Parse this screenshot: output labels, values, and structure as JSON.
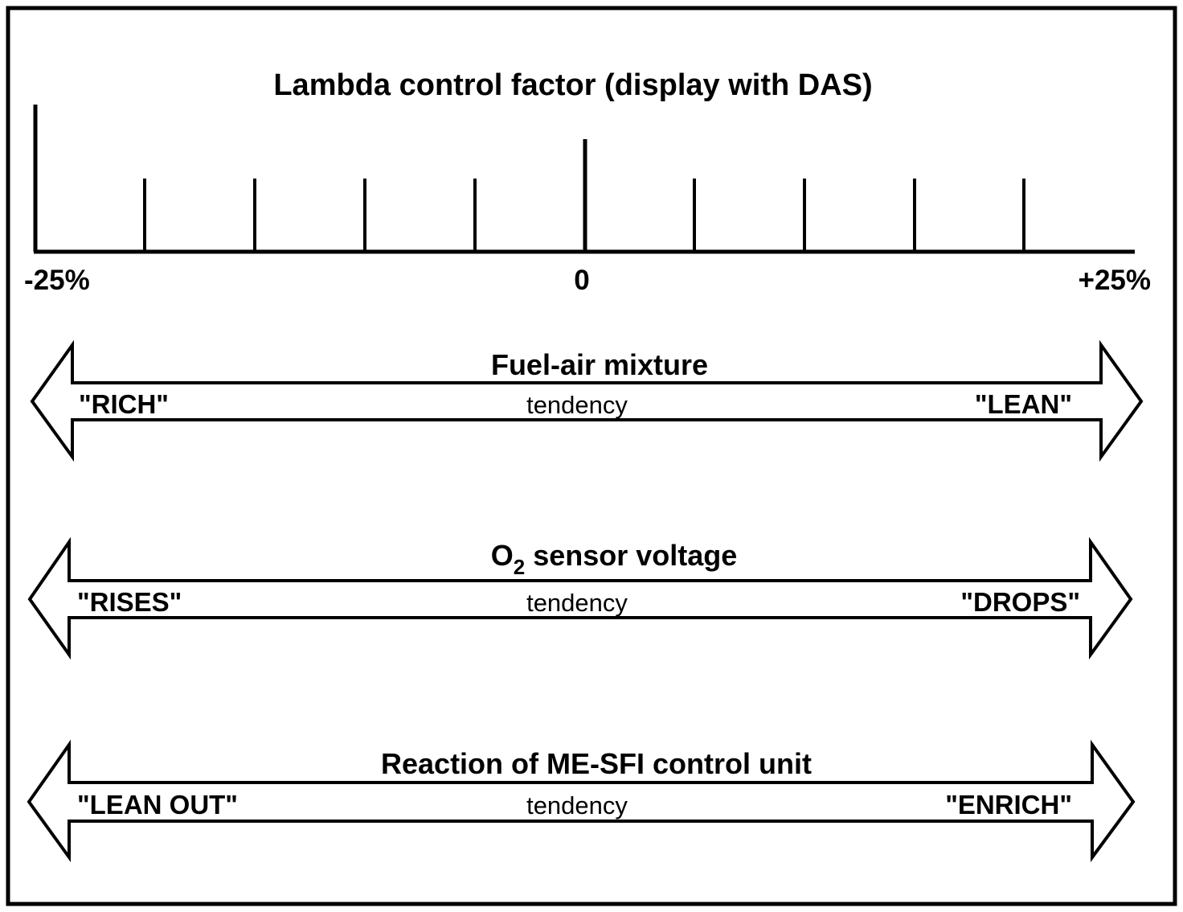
{
  "figure": {
    "title": "Lambda control factor (display with DAS)",
    "background_color": "#ffffff",
    "line_color": "#000000"
  },
  "scale": {
    "left_label": "-25%",
    "center_label": "0",
    "right_label": "+25%",
    "tick_count": 10,
    "major_ticks": [
      "-25%",
      "0"
    ],
    "minor_tick_positions_percent": [
      -20,
      -15,
      -10,
      -5,
      5,
      10,
      15,
      20
    ]
  },
  "bands": [
    {
      "title": "Fuel-air mixture",
      "left_label": "\"RICH\"",
      "center_label": "tendency",
      "right_label": "\"LEAN\""
    },
    {
      "title_prefix": "O",
      "title_subscript": "2",
      "title_suffix": " sensor voltage",
      "title": "O2 sensor voltage",
      "left_label": "\"RISES\"",
      "center_label": "tendency",
      "right_label": "\"DROPS\""
    },
    {
      "title": "Reaction of ME-SFI control unit",
      "left_label": "\"LEAN OUT\"",
      "center_label": "tendency",
      "right_label": "\"ENRICH\""
    }
  ],
  "chart_data": {
    "type": "scale",
    "title": "Lambda control factor (display with DAS)",
    "xlabel": "",
    "ylabel": "",
    "xlim": [
      -25,
      25
    ],
    "tick_labels": [
      "-25%",
      "0",
      "+25%"
    ],
    "ticks": [
      -25,
      -20,
      -15,
      -10,
      -5,
      0,
      5,
      10,
      15,
      20
    ],
    "tick_heights": [
      184,
      92,
      92,
      92,
      92,
      140,
      92,
      92,
      92,
      92
    ],
    "grid": false,
    "legend": "none",
    "annotations": [
      "Fuel-air mixture tendency: \"RICH\" (left) to \"LEAN\" (right)",
      "O2 sensor voltage tendency: \"RISES\" (left) to \"DROPS\" (right)",
      "Reaction of ME-SFI control unit tendency: \"LEAN OUT\" (left) to \"ENRICH\" (right)"
    ]
  }
}
